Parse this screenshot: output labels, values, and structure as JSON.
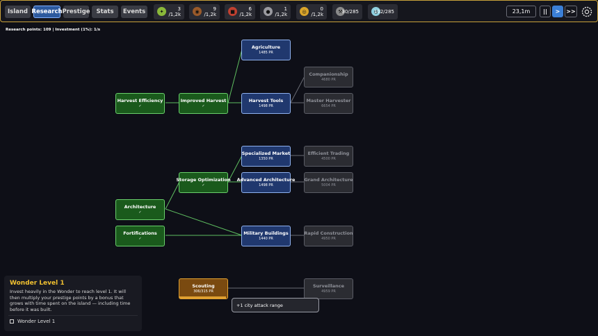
{
  "tabs": [
    {
      "label": "Island"
    },
    {
      "label": "Research",
      "active": true
    },
    {
      "label": "Prestige"
    },
    {
      "label": "Stats"
    },
    {
      "label": "Events"
    }
  ],
  "resources": [
    {
      "icon": "leaf-icon",
      "color": "#8ab83a",
      "value": "3",
      "max": "/1,2k"
    },
    {
      "icon": "wood-icon",
      "color": "#9a5a2a",
      "value": "9",
      "max": "/1,2k"
    },
    {
      "icon": "meat-icon",
      "color": "#c04030",
      "value": "6",
      "max": "/1,2k"
    },
    {
      "icon": "stone-icon",
      "color": "#9a9aa0",
      "value": "1",
      "max": "/1,2k"
    },
    {
      "icon": "gold-icon",
      "color": "#d9a42a",
      "value": "0",
      "max": "/1,2k"
    },
    {
      "icon": "worker-icon",
      "color": "#8a8a8a",
      "value": "30/285"
    },
    {
      "icon": "globe-icon",
      "color": "#8fd0e0",
      "value": "102/285"
    }
  ],
  "time": "23,1m",
  "controls": {
    "pause": "||",
    "play": ">",
    "fast": ">>"
  },
  "info_line": "Research points: 109  |  Investment (1%): 1/s",
  "nodes": {
    "harvest_efficiency": {
      "title": "Harvest Efficiency",
      "sub": "✓"
    },
    "improved_harvest": {
      "title": "Improved Harvest",
      "sub": "✓"
    },
    "agriculture": {
      "title": "Agriculture",
      "sub": "1485 PR"
    },
    "harvest_tools": {
      "title": "Harvest Tools",
      "sub": "1498 PR"
    },
    "companionship": {
      "title": "Companionship",
      "sub": "4680 PR"
    },
    "master_harvester": {
      "title": "Master Harvester",
      "sub": "6654 PR"
    },
    "storage_optimization": {
      "title": "Storage Optimization",
      "sub": "✓"
    },
    "specialized_market": {
      "title": "Specialized Market",
      "sub": "1350 PR"
    },
    "efficient_trading": {
      "title": "Efficient Trading",
      "sub": "4500 PR"
    },
    "advanced_architecture": {
      "title": "Advanced Architecture",
      "sub": "1498 PR"
    },
    "grand_architecture": {
      "title": "Grand Architecture",
      "sub": "5004 PR"
    },
    "architecture": {
      "title": "Architecture",
      "sub": "✓"
    },
    "fortifications": {
      "title": "Fortifications",
      "sub": "✓"
    },
    "military_buildings": {
      "title": "Military Buildings",
      "sub": "1440 PR"
    },
    "rapid_construction": {
      "title": "Rapid Construction",
      "sub": "4950 PR"
    },
    "scouting": {
      "title": "Scouting",
      "sub": "306/315 PR",
      "progress": 0.97
    },
    "surveillance": {
      "title": "Surveillance",
      "sub": "4959 PR"
    }
  },
  "tooltip": "+1 city attack range",
  "panel": {
    "title": "Wonder Level 1",
    "description": "Invest heavily in the Wonder to reach level 1. It will then multiply your prestige points by a bonus that grows with time spent on the island — including time before it was built.",
    "checkbox_label": "Wonder Level 1"
  }
}
